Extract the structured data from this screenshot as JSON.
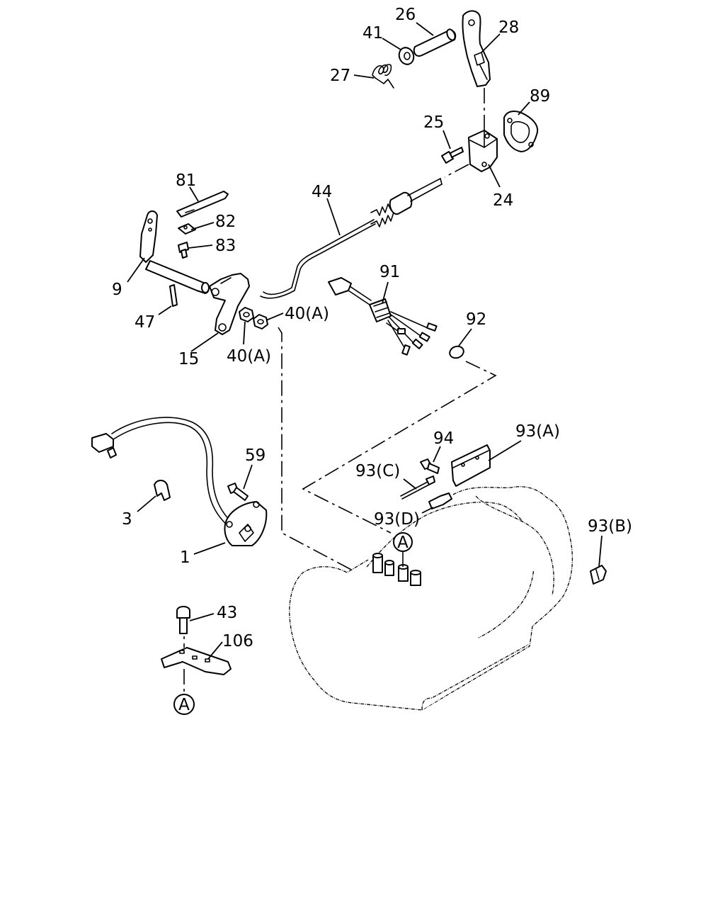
{
  "callouts": {
    "p1": "1",
    "p3": "3",
    "p9": "9",
    "p15": "15",
    "p24": "24",
    "p25": "25",
    "p26": "26",
    "p27": "27",
    "p28": "28",
    "p40a_top": "40(A)",
    "p40a_bottom": "40(A)",
    "p41": "41",
    "p43": "43",
    "p44": "44",
    "p47": "47",
    "p59": "59",
    "p81": "81",
    "p82": "82",
    "p83": "83",
    "p89": "89",
    "p91": "91",
    "p92": "92",
    "p93a": "93(A)",
    "p93b": "93(B)",
    "p93c": "93(C)",
    "p93d": "93(D)",
    "p94": "94",
    "p106": "106"
  },
  "reference_marks": {
    "upper": "A",
    "lower": "A"
  }
}
